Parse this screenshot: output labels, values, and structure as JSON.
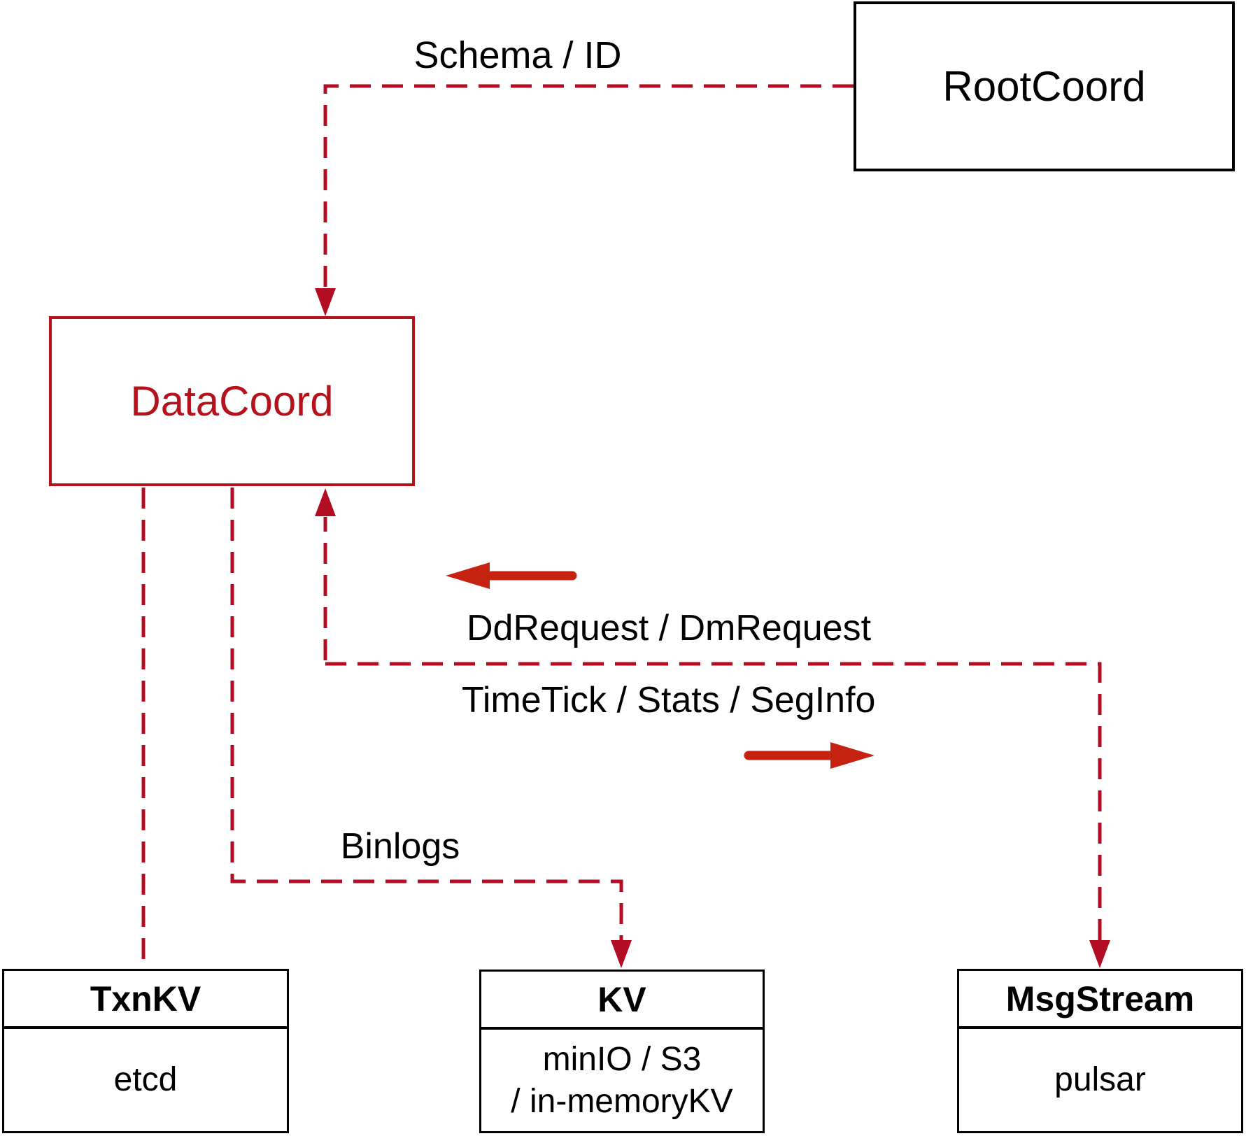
{
  "diagram": {
    "nodes": {
      "rootcoord": {
        "label": "RootCoord"
      },
      "datacoord": {
        "label": "DataCoord"
      },
      "txnkv": {
        "title": "TxnKV",
        "body": "etcd"
      },
      "kv": {
        "title": "KV",
        "body_line1": "minIO / S3",
        "body_line2": "/ in-memoryKV"
      },
      "msgstream": {
        "title": "MsgStream",
        "body": "pulsar"
      }
    },
    "edge_labels": {
      "schema_id": "Schema / ID",
      "dd_request": "DdRequest / DmRequest",
      "timetick": "TimeTick / Stats / SegInfo",
      "binlogs": "Binlogs"
    },
    "colors": {
      "dashed_line": "#b30d23",
      "solid_arrow": "#c52211",
      "datacoord_accent": "#b5121b",
      "box_border": "#000000"
    }
  }
}
